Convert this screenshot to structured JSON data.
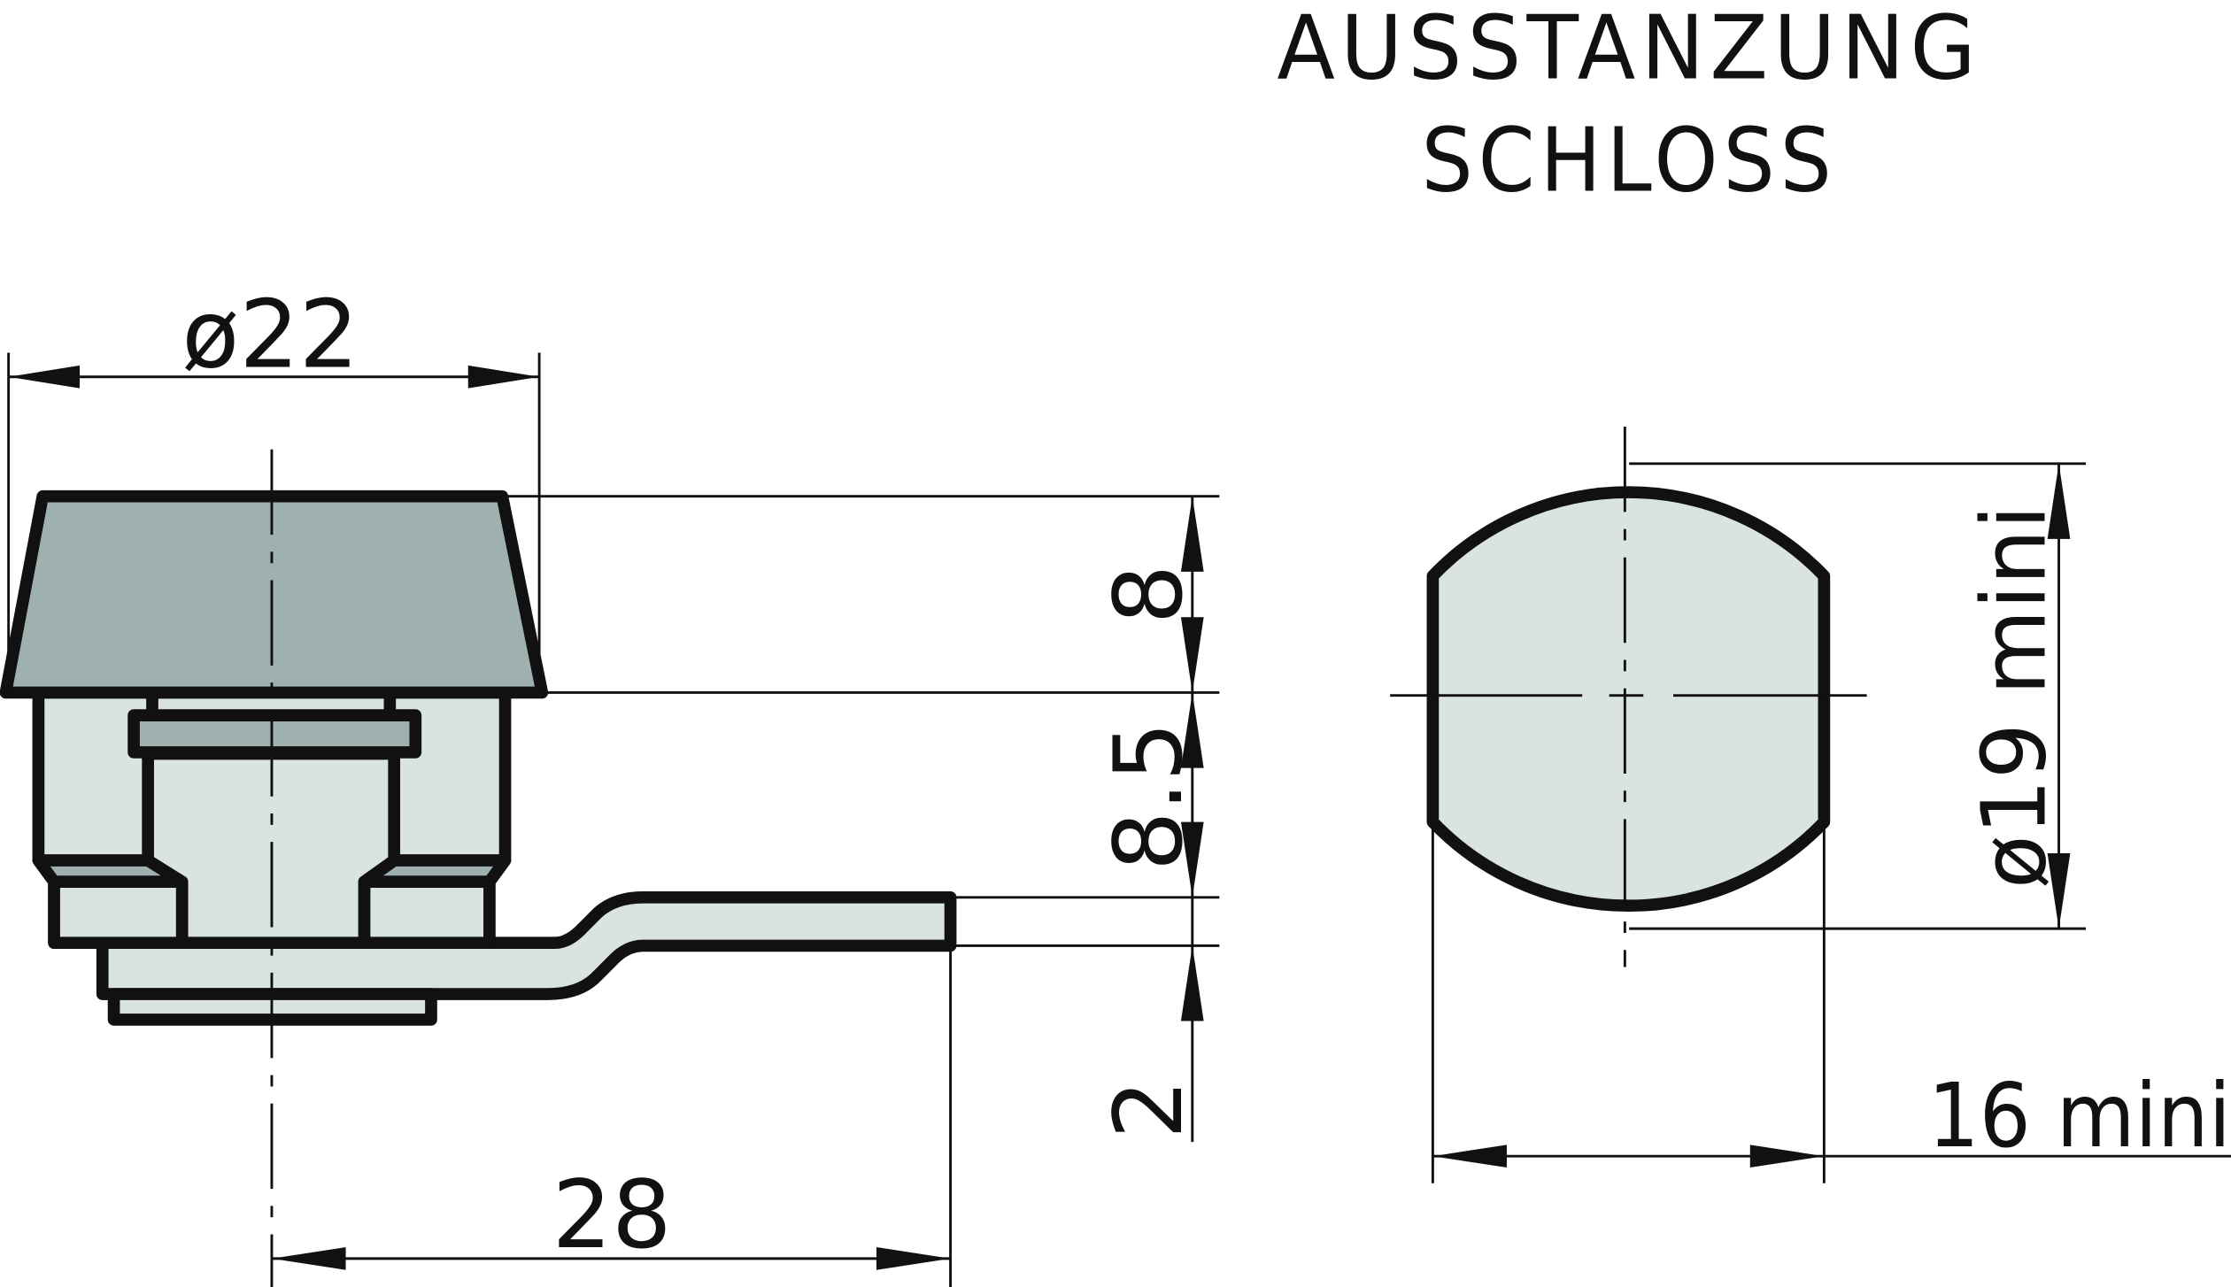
{
  "title": {
    "line1": "AUSSTANZUNG",
    "line2": "SCHLOSS"
  },
  "side_view": {
    "label": "cam lock side view",
    "dimensions": {
      "diameter_head": "ø22",
      "head_height": "8",
      "body_height": "8.5",
      "cam_thickness": "2",
      "cam_length": "28"
    }
  },
  "cutout_view": {
    "label": "lock cutout (Ausstanzung)",
    "dimensions": {
      "diameter": "ø19 mini",
      "width": "16 mini"
    }
  },
  "colors": {
    "dark_fill": "#9fb0b0",
    "light_fill": "#d9e3e1",
    "line": "#111111",
    "background": "#ffffff"
  }
}
